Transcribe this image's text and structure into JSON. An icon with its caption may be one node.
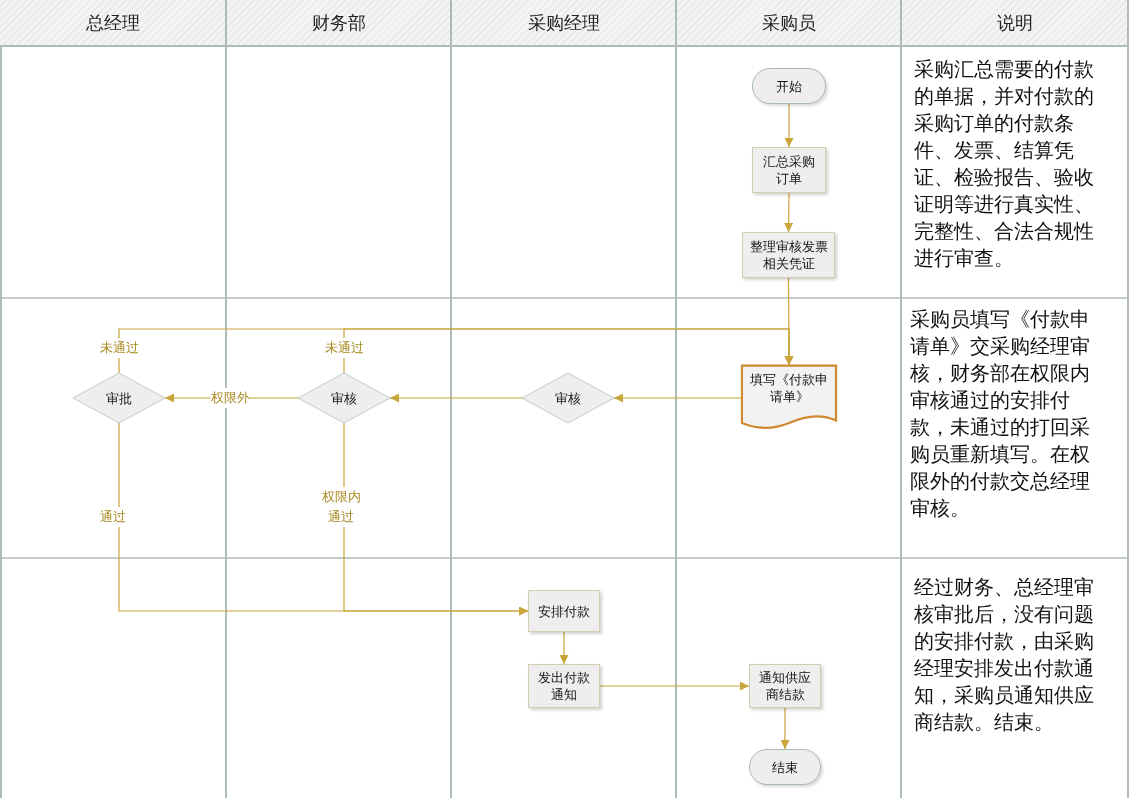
{
  "diagram": {
    "nodes": [
      {
        "text": [
          "总经理"
        ]
      },
      {
        "text": [
          "财务部"
        ]
      },
      {
        "text": [
          "采购经理"
        ]
      },
      {
        "text": [
          "采购员"
        ]
      },
      {
        "text": [
          "说明"
        ]
      },
      {
        "text": [
          "开始"
        ],
        "in": 3
      },
      {
        "text": [
          "汇总采购订单"
        ],
        "in": 3
      },
      {
        "text": [
          "整理审核发票相关凭证"
        ],
        "in": 3
      },
      {
        "text": [
          "填写《付款申请单》"
        ],
        "in": 3
      },
      {
        "text": [
          "审核"
        ],
        "in": 2
      },
      {
        "text": [
          "审核"
        ],
        "in": 1
      },
      {
        "text": [
          "审批"
        ],
        "in": 0
      },
      {
        "text": [
          "安排付款"
        ],
        "in": 2
      },
      {
        "text": [
          "发出付款通知"
        ],
        "in": 2
      },
      {
        "text": [
          "通知供应商结款"
        ],
        "in": 3
      },
      {
        "text": [
          "结束"
        ],
        "in": 3
      },
      {
        "text": [
          "采购汇总需要的付款的单据，并对付款的采购订单的付款条件、发票、结算凭证、检验报告、验收证明等进行真实性、完整性、合法合规性进行审查。"
        ],
        "in": 4
      },
      {
        "text": [
          "采购员填写《付款申请单》交采购经理审核，财务部在权限内审核通过的安排付款，未通过的打回采购员重新填写。在权限外的付款交总经理审核。"
        ],
        "in": 4
      },
      {
        "text": [
          "经过财务、总经理审核审批后，没有问题的安排付款，由采购经理安排发出付款通知，采购员通知供应商结款。结束。"
        ],
        "in": 4
      }
    ],
    "edges": [
      {
        "from": 5,
        "to": 6,
        "arrow": "to"
      },
      {
        "from": 6,
        "to": 7,
        "arrow": "to"
      },
      {
        "from": 7,
        "to": 8,
        "arrow": "to"
      },
      {
        "from": 8,
        "to": 9,
        "arrow": "to"
      },
      {
        "from": 9,
        "to": 10,
        "arrow": "to"
      },
      {
        "from": 10,
        "to": 11,
        "arrow": "to",
        "label": "权限外"
      },
      {
        "from": 10,
        "to": 8,
        "arrow": "to",
        "label": "未通过"
      },
      {
        "from": 11,
        "to": 8,
        "arrow": "to",
        "label": "未通过"
      },
      {
        "from": 11,
        "to": 12,
        "arrow": "to",
        "label": "通过"
      },
      {
        "from": 10,
        "to": 12,
        "arrow": "to",
        "label": "权限内通过"
      },
      {
        "from": 12,
        "to": 13,
        "arrow": "to"
      },
      {
        "from": 13,
        "to": 14,
        "arrow": "to"
      },
      {
        "from": 14,
        "to": 15,
        "arrow": "to"
      }
    ]
  }
}
